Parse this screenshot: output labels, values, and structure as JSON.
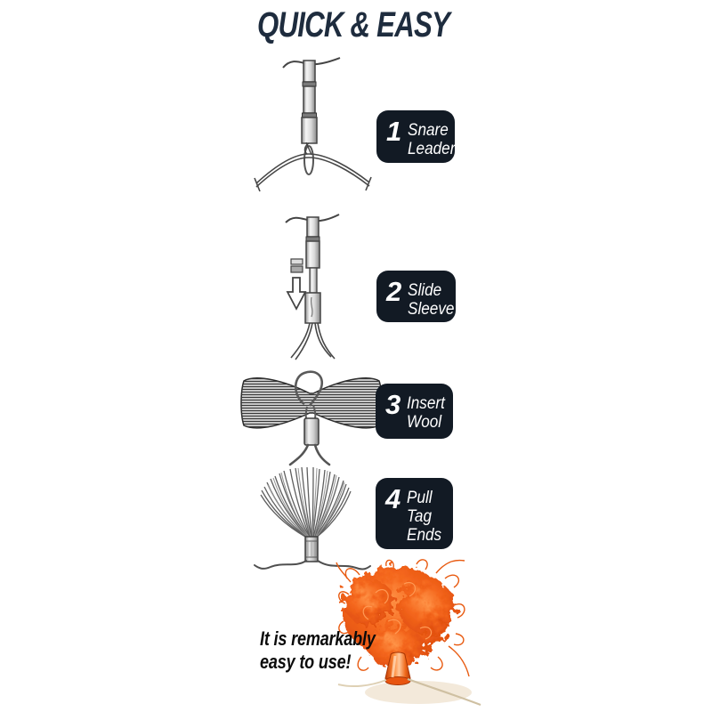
{
  "title": "QUICK & EASY",
  "steps": [
    {
      "number": "1",
      "label": "Snare\nLeader"
    },
    {
      "number": "2",
      "label": "Slide\nSleeve"
    },
    {
      "number": "3",
      "label": "Insert\nWool"
    },
    {
      "number": "4",
      "label": "Pull\nTag\nEnds"
    }
  ],
  "footer": {
    "tagline": "It is remarkably\neasy to use!"
  },
  "colors": {
    "title_navy": "#1e2c3e",
    "badge_background": "#121a24",
    "badge_text": "#ffffff",
    "illustration_line": "#4a4a4a",
    "wool_orange": "#f0591b",
    "wool_orange_deep": "#d8430a",
    "wool_orange_light": "#ff9448",
    "leader_line_tan": "#d3c3a6"
  }
}
